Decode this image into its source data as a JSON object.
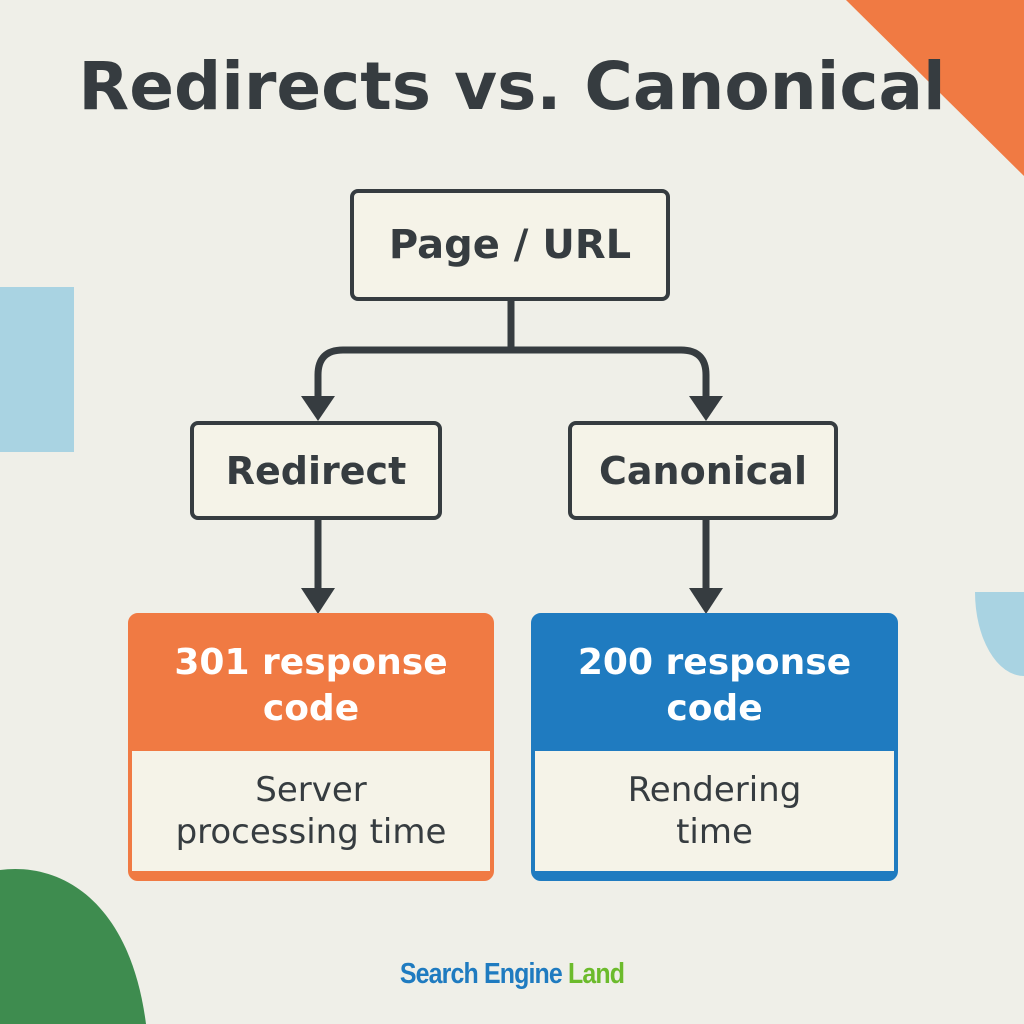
{
  "title": "Redirects vs. Canonical",
  "diagram": {
    "root": {
      "label": "Page / URL"
    },
    "branches": [
      {
        "label": "Redirect",
        "response_code": "301 response\ncode",
        "cost": "Server\nprocessing time",
        "color": "#f07a43"
      },
      {
        "label": "Canonical",
        "response_code": "200 response\ncode",
        "cost": "Rendering\ntime",
        "color": "#1f7bc0"
      }
    ]
  },
  "brand": {
    "word1": "Search",
    "word2": "Engine",
    "word3": "Land",
    "colors": {
      "primary": "#1f7bc0",
      "accent": "#6cbb2c"
    }
  },
  "colors": {
    "background": "#efefe8",
    "ink": "#363c40",
    "orange": "#f07a43",
    "blue": "#1f7bc0",
    "light_blue": "#a9d3e2",
    "green": "#3e8c4f"
  }
}
